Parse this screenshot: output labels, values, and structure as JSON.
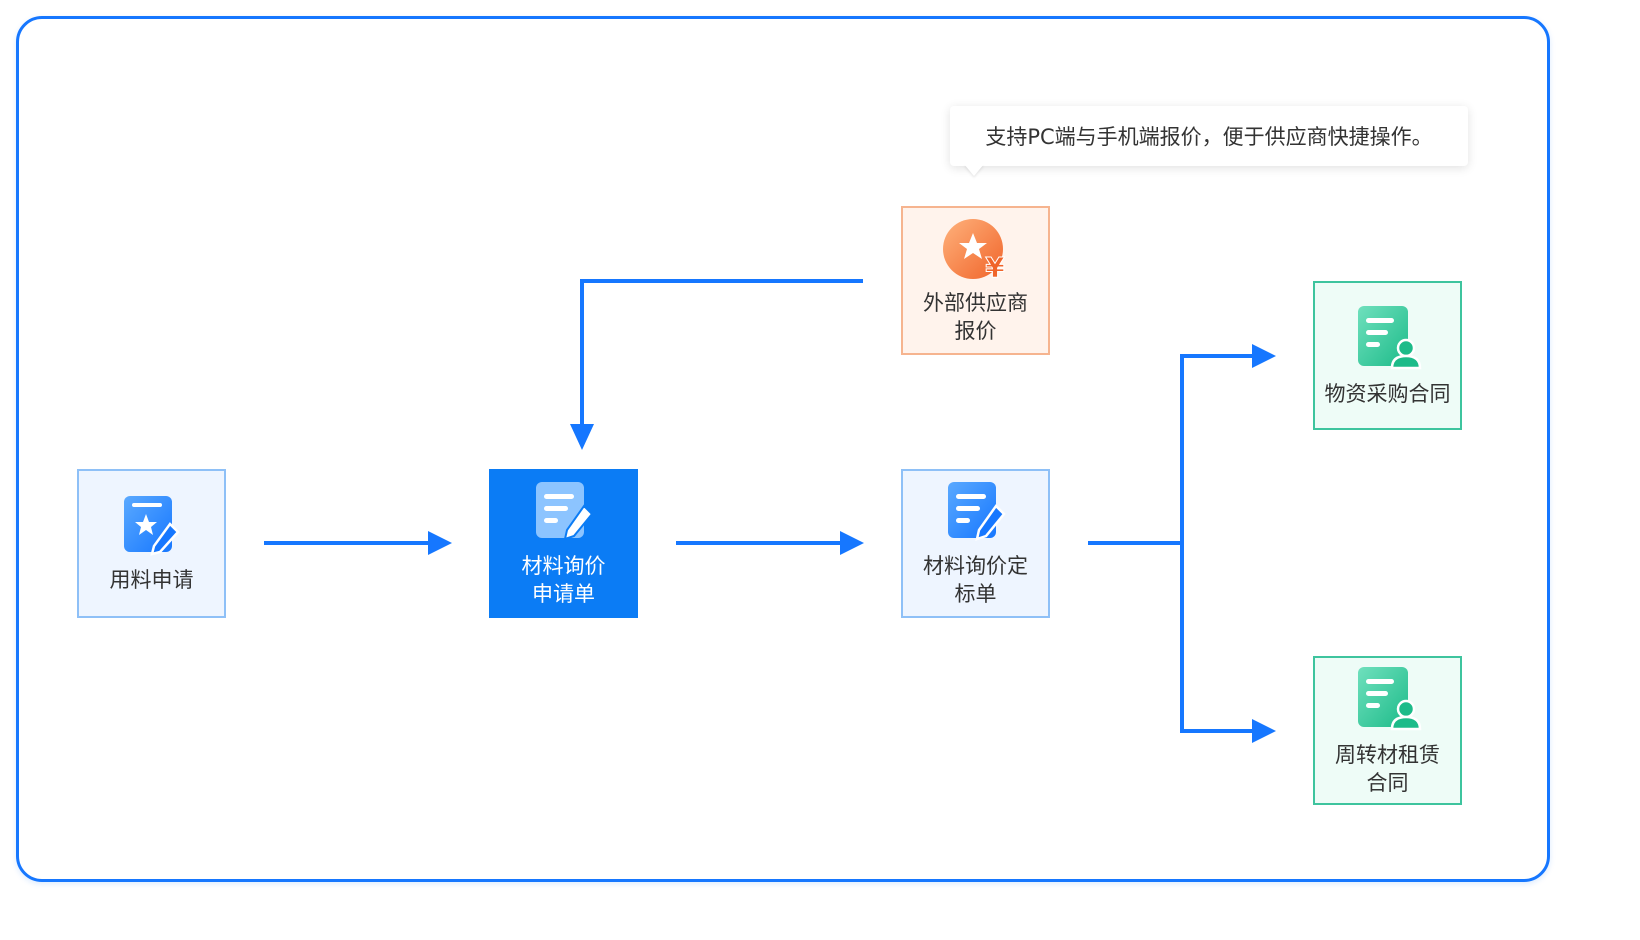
{
  "tooltip": {
    "text": "支持PC端与手机端报价，便于供应商快捷操作。"
  },
  "nodes": {
    "material_request": {
      "line1": "用料申请",
      "line2": "",
      "icon": "star-pen-document-icon"
    },
    "inquiry_request": {
      "line1": "材料询价",
      "line2": "申请单",
      "icon": "pen-document-icon"
    },
    "supplier_quote": {
      "line1": "外部供应商",
      "line2": "报价",
      "icon": "star-yuan-icon"
    },
    "inquiry_award": {
      "line1": "材料询价定",
      "line2": "标单",
      "icon": "pen-document-icon"
    },
    "purchase_contract": {
      "line1": "物资采购合同",
      "line2": "",
      "icon": "contract-person-icon"
    },
    "rental_contract": {
      "line1": "周转材租赁",
      "line2": "合同",
      "icon": "contract-person-icon"
    }
  },
  "colors": {
    "accent": "#1677ff",
    "node_active": "#0b7cf5",
    "supplier_orange": "#f5803a",
    "contract_green": "#22c08f"
  }
}
